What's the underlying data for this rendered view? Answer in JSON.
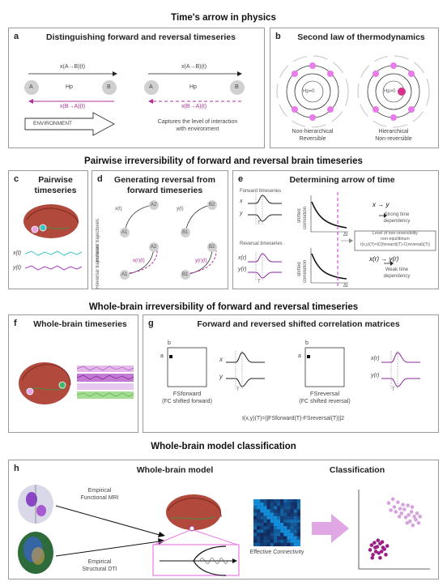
{
  "sections": {
    "s1": "Time's arrow in physics",
    "s2": "Pairwise irreversibility of forward and reversal brain timeseries",
    "s3": "Whole-brain irreversibility of forward and reversal timeseries",
    "s4": "Whole-brain model classification"
  },
  "a": {
    "label": "a",
    "title": "Distinguishing  forward and reversal timeseries",
    "fwd_label": "x(A→B)(t)",
    "rev_label": "x(B→A)(t)",
    "node_a": "A",
    "node_b": "B",
    "hp": "Hp",
    "environment": "ENVIRONMENT",
    "captures_1": "Captures the level of interaction",
    "captures_2": "with environment"
  },
  "b": {
    "label": "b",
    "title": "Second law of thermodynamics",
    "hp0": "Hp=0",
    "hp1": "Hp>0",
    "left_cap_1": "Non-hierarchical",
    "left_cap_2": "Reversible",
    "right_cap_1": "Hierarchical",
    "right_cap_2": "Non-reversible"
  },
  "c": {
    "label": "c",
    "title_1": "Pairwise",
    "title_2": "timeseries",
    "x": "x(t)",
    "y": "y(t)"
  },
  "d": {
    "label": "d",
    "title_1": "Generating reversal from",
    "title_2": "forward timeseries",
    "forward": "Forward trajectories",
    "reversal": "Reversal trajectories",
    "xt": "x(t)",
    "yt": "y(t)",
    "a1": "A1",
    "a2": "A2",
    "b1": "B1",
    "b2": "B2",
    "xr": "x(r)(t)",
    "yr": "y(r)(t)"
  },
  "e": {
    "label": "e",
    "title": "Determining arrow of time",
    "fwd_ts": "Forward timeseries",
    "rev_ts": "Reversal timeseries",
    "x": "x",
    "y": "y",
    "xr": "x(r)",
    "yr": "y(r)",
    "tau": "T",
    "shifted": "shifted",
    "correlation": "correlation",
    "dt": "Δt",
    "xy": "x → y",
    "strong_1": "Strong time",
    "strong_2": "dependency",
    "box_1": "Level of non-reversibility",
    "box_2": "non-equilibrium",
    "box_3": "I(x,y)(T)=|C(forward)(T)-C(reversal)(T)|",
    "xryr": "x(r) → y(r)",
    "weak_1": "Weak time",
    "weak_2": "dependency"
  },
  "f": {
    "label": "f",
    "title": "Whole-brain timeseries"
  },
  "g": {
    "label": "g",
    "title": "Forward and reversed shifted correlation matrices",
    "b": "b",
    "a": "a",
    "fs_fwd": "FSforward",
    "fs_fwd_sub": "(FC shifted forward)",
    "fs_rev": "FSreversal",
    "fs_rev_sub": "(FC shifted reversal)",
    "x": "x",
    "y": "y",
    "xr": "x(r)",
    "yr": "y(r)",
    "tau": "T",
    "formula": "I(x,y)(T)=||FSforward(T)-FSreversal(T)||2"
  },
  "h": {
    "label": "h",
    "title_model": "Whole-brain model",
    "title_class": "Classification",
    "fmri_1": "Empirical",
    "fmri_2": "Functional MRI",
    "dti_1": "Empirical",
    "dti_2": "Structural DTI",
    "ec": "Effective Connectivity"
  },
  "colors": {
    "pink": "#e8a3e8",
    "magenta": "#b0309b",
    "purple": "#8a2aa0",
    "teal": "#3fc5c0",
    "green": "#8fd17a",
    "arrow_gray": "#bdbdbd",
    "node_gray": "#cfcfcf",
    "brain_red": "#b14a3c",
    "ec_blue": "#1d4fb8"
  },
  "chart_data": [
    {
      "type": "heatmap",
      "name": "Effective Connectivity",
      "description_source": "panel h"
    },
    {
      "type": "scatter",
      "title": "",
      "series": [
        {
          "name": "",
          "color": "#d6a2dd",
          "x": [
            0.42,
            0.48,
            0.55,
            0.5,
            0.58,
            0.62,
            0.52,
            0.45,
            0.6,
            0.66,
            0.7,
            0.74,
            0.78,
            0.72,
            0.8,
            0.84,
            0.76,
            0.68,
            0.86,
            0.64,
            0.57,
            0.82,
            0.75,
            0.69
          ],
          "y": [
            0.83,
            0.88,
            0.84,
            0.78,
            0.76,
            0.81,
            0.72,
            0.74,
            0.7,
            0.65,
            0.68,
            0.72,
            0.66,
            0.6,
            0.62,
            0.58,
            0.55,
            0.58,
            0.66,
            0.75,
            0.66,
            0.7,
            0.78,
            0.8
          ]
        },
        {
          "name": "",
          "color": "#9c1f86",
          "x": [
            0.18,
            0.22,
            0.26,
            0.3,
            0.34,
            0.24,
            0.28,
            0.32,
            0.2,
            0.36,
            0.38,
            0.16,
            0.27,
            0.33,
            0.23,
            0.4,
            0.3,
            0.19
          ],
          "y": [
            0.3,
            0.33,
            0.28,
            0.32,
            0.27,
            0.22,
            0.2,
            0.22,
            0.18,
            0.25,
            0.18,
            0.24,
            0.36,
            0.34,
            0.27,
            0.29,
            0.14,
            0.14
          ]
        }
      ]
    }
  ]
}
